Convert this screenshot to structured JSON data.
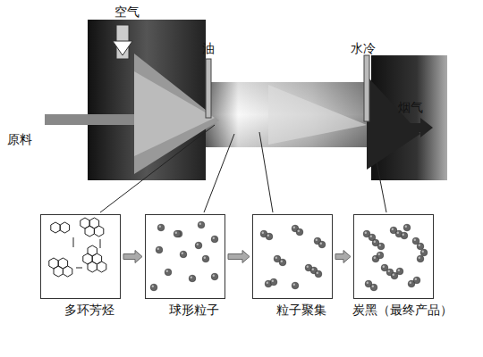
{
  "diagram": {
    "nodes": [
      {
        "text": [
          "多环芳烃"
        ]
      },
      {
        "text": [
          "球形粒子"
        ]
      },
      {
        "text": [
          "粒子聚集"
        ]
      },
      {
        "text": [
          "炭黑（最终产品）"
        ]
      }
    ],
    "edges": [
      {
        "from": 0,
        "to": 1,
        "arrow": "to"
      },
      {
        "from": 1,
        "to": 2,
        "arrow": "to"
      },
      {
        "from": 2,
        "to": 3,
        "arrow": "to"
      }
    ],
    "labels": [
      "空气",
      "油",
      "水冷",
      "原料",
      "烟气"
    ]
  }
}
